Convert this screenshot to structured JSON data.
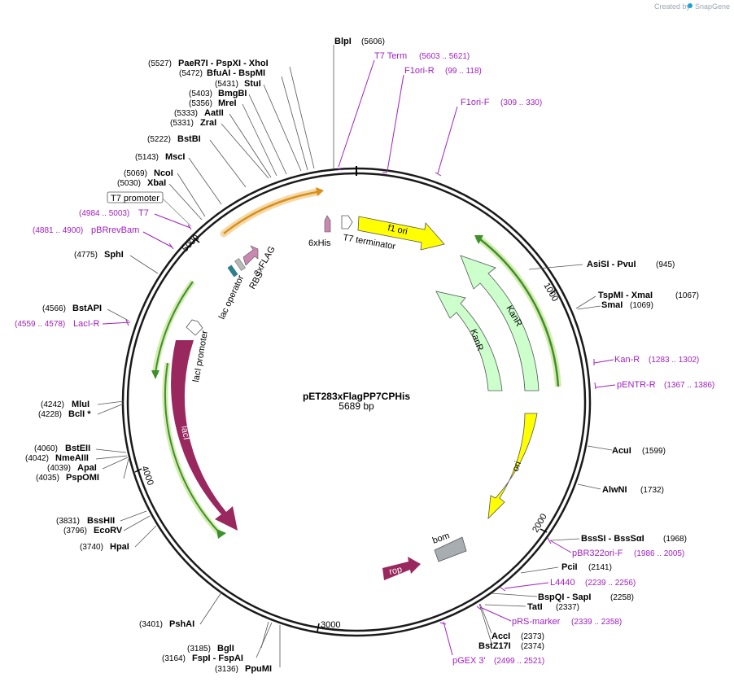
{
  "credit": {
    "prefix": "Created by",
    "brand": "SnapGene"
  },
  "plasmid": {
    "name": "pET283xFlagPP7CPHis",
    "size": "5689 bp"
  },
  "ticks": [
    "1000",
    "2000",
    "3000",
    "4000",
    "5000"
  ],
  "enzymes": [
    {
      "name": "BlpI",
      "pos": "(5606)"
    },
    {
      "name": "PaeR7I - PspXI - XhoI",
      "pos": "(5527)"
    },
    {
      "name": "BfuAI - BspMI",
      "pos": "(5472)"
    },
    {
      "name": "StuI",
      "pos": "(5431)"
    },
    {
      "name": "BmgBI",
      "pos": "(5403)"
    },
    {
      "name": "MreI",
      "pos": "(5356)"
    },
    {
      "name": "AatII",
      "pos": "(5333)"
    },
    {
      "name": "ZraI",
      "pos": "(5331)"
    },
    {
      "name": "BstBI",
      "pos": "(5222)"
    },
    {
      "name": "MscI",
      "pos": "(5143)"
    },
    {
      "name": "NcoI",
      "pos": "(5069)"
    },
    {
      "name": "XbaI",
      "pos": "(5030)"
    },
    {
      "name": "SphI",
      "pos": "(4775)"
    },
    {
      "name": "BstAPI",
      "pos": "(4566)"
    },
    {
      "name": "MluI",
      "pos": "(4242)"
    },
    {
      "name": "BclI *",
      "pos": "(4228)"
    },
    {
      "name": "BstEII",
      "pos": "(4060)"
    },
    {
      "name": "NmeAIII",
      "pos": "(4042)"
    },
    {
      "name": "ApaI",
      "pos": "(4039)"
    },
    {
      "name": "PspOMI",
      "pos": "(4035)"
    },
    {
      "name": "BssHII",
      "pos": "(3831)"
    },
    {
      "name": "EcoRV",
      "pos": "(3796)"
    },
    {
      "name": "HpaI",
      "pos": "(3740)"
    },
    {
      "name": "PshAI",
      "pos": "(3401)"
    },
    {
      "name": "BglI",
      "pos": "(3185)"
    },
    {
      "name": "FspI - FspAI",
      "pos": "(3164)"
    },
    {
      "name": "PpuMI",
      "pos": "(3136)"
    },
    {
      "name": "AsiSI - PvuI",
      "pos": "(945)"
    },
    {
      "name": "TspMI - XmaI",
      "pos": "(1067)"
    },
    {
      "name": "SmaI",
      "pos": "(1069)"
    },
    {
      "name": "AcuI",
      "pos": "(1599)"
    },
    {
      "name": "AlwNI",
      "pos": "(1732)"
    },
    {
      "name": "BssSI - BssSαI",
      "pos": "(1968)"
    },
    {
      "name": "PciI",
      "pos": "(2141)"
    },
    {
      "name": "BspQI - SapI",
      "pos": "(2258)"
    },
    {
      "name": "TatI",
      "pos": "(2337)"
    },
    {
      "name": "AccI",
      "pos": "(2373)"
    },
    {
      "name": "BstZ17I",
      "pos": "(2374)"
    }
  ],
  "primers": [
    {
      "name": "T7 Term",
      "pos": "(5603 .. 5621)"
    },
    {
      "name": "F1ori-R",
      "pos": "(99 .. 118)"
    },
    {
      "name": "F1ori-F",
      "pos": "(309 .. 330)"
    },
    {
      "name": "T7",
      "pos": "(4984 .. 5003)"
    },
    {
      "name": "pBRrevBam",
      "pos": "(4881 .. 4900)"
    },
    {
      "name": "LacI-R",
      "pos": "(4559 .. 4578)"
    },
    {
      "name": "Kan-R",
      "pos": "(1283 .. 1302)"
    },
    {
      "name": "pENTR-R",
      "pos": "(1367 .. 1386)"
    },
    {
      "name": "pBR322ori-F",
      "pos": "(1986 .. 2005)"
    },
    {
      "name": "L4440",
      "pos": "(2239 .. 2256)"
    },
    {
      "name": "pRS-marker",
      "pos": "(2339 .. 2358)"
    },
    {
      "name": "pGEX 3'",
      "pos": "(2499 .. 2521)"
    }
  ],
  "features": {
    "t7_promoter_box": "T7 promoter",
    "f1ori": "f1 ori",
    "kanr_outer": "KanR",
    "kanr_inner": "KanR",
    "ori": "ori",
    "laci": "lacI",
    "laci_promoter": "lacI promoter",
    "lac_operator": "lac operator",
    "rbs": "RBS",
    "flag": "3xFLAG",
    "his": "6xHis",
    "t7_terminator": "T7 terminator",
    "bom": "bom",
    "rop": "rop"
  },
  "colors": {
    "primer": "#a020c0",
    "f1ori": "#ffff00",
    "kanr": "#ccffcc",
    "laci": "#99285f",
    "bom": "#a8adb2",
    "orange_arrow": "#d9901a",
    "green_arrow": "#3f8f2a"
  }
}
